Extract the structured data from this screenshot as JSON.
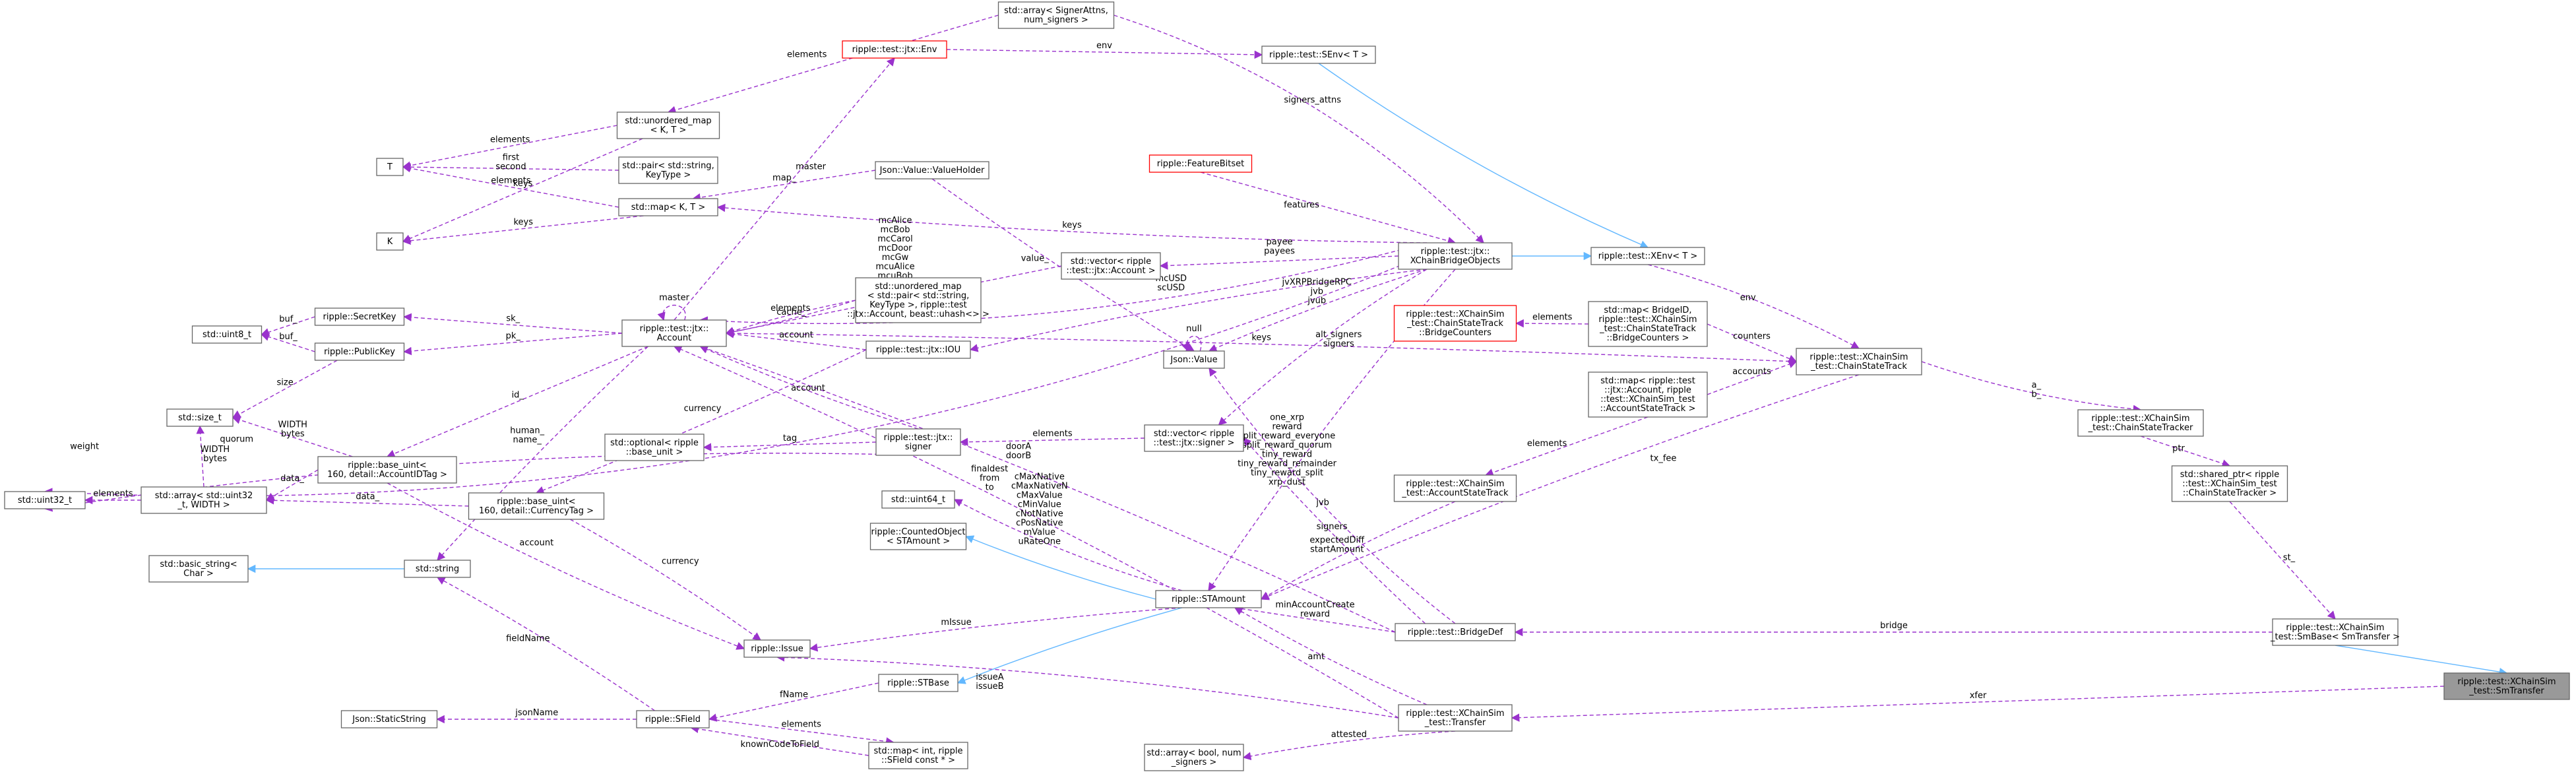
{
  "colors": {
    "usage_edge": "#9a32cd",
    "inheritance_edge": "#63b8ff",
    "node_border": "#666666",
    "highlight_border": "#ff0000",
    "focus_fill": "#999999"
  },
  "nodes": {
    "xchain_sim_transfer": [
      "ripple::test::XChainSim",
      "_test::SmTransfer"
    ],
    "xchain_sim_smbase": [
      "ripple::test::XChainSim",
      "_test::SmBase< SmTransfer >"
    ],
    "xchain_sim_transfer_struct": [
      "ripple::test::XChainSim",
      "_test::Transfer"
    ],
    "bridge_def": [
      "ripple::test::BridgeDef"
    ],
    "shared_ptr_tracker": [
      "std::shared_ptr< ripple",
      "::test::XChainSim_test",
      "::ChainStateTracker >"
    ],
    "chain_state_tracker": [
      "ripple::test::XChainSim",
      "_test::ChainStateTracker"
    ],
    "chain_state_track": [
      "ripple::test::XChainSim",
      "_test::ChainStateTrack"
    ],
    "xenv": [
      "ripple::test::XEnv< T >"
    ],
    "senv": [
      "ripple::test::SEnv< T >"
    ],
    "array_signer_attns": [
      "std::array< SignerAttns,",
      "num_signers >"
    ],
    "jtx_env": [
      "ripple::test::jtx::Env"
    ],
    "xchain_bridge_objects": [
      "ripple::test::jtx::",
      "XChainBridgeObjects"
    ],
    "feature_bitset": [
      "ripple::FeatureBitset"
    ],
    "bridge_counters": [
      "ripple::test::XChainSim",
      "_test::ChainStateTrack",
      "::BridgeCounters"
    ],
    "map_bridge_counters": [
      "std::map< BridgeID,",
      "ripple::test::XChainSim",
      "_test::ChainStateTrack",
      "::BridgeCounters >"
    ],
    "map_account_state_track": [
      "std::map< ripple::test",
      "::jtx::Account, ripple",
      "::test::XChainSim_test",
      "::AccountStateTrack >"
    ],
    "account_state_track": [
      "ripple::test::XChainSim",
      "_test::AccountStateTrack"
    ],
    "json_value_holder": [
      "Json::Value::ValueHolder"
    ],
    "json_value": [
      "Json::Value"
    ],
    "vector_account": [
      "std::vector< ripple",
      "::test::jtx::Account >"
    ],
    "vector_signer": [
      "std::vector< ripple",
      "::test::jtx::signer >"
    ],
    "jtx_iou": [
      "ripple::test::jtx::IOU"
    ],
    "unordered_map_pair": [
      "std::unordered_map",
      "< std::pair< std::string,",
      "KeyType >, ripple::test",
      "::jtx::Account, beast::uhash<> >"
    ],
    "jtx_account": [
      "ripple::test::jtx::",
      "Account"
    ],
    "jtx_signer": [
      "ripple::test::jtx::",
      "signer"
    ],
    "st_amount": [
      "ripple::STAmount"
    ],
    "counted_object": [
      "ripple::CountedObject",
      "< STAmount >"
    ],
    "std_uint64": [
      "std::uint64_t"
    ],
    "st_base": [
      "ripple::STBase"
    ],
    "issue": [
      "ripple::Issue"
    ],
    "sfield": [
      "ripple::SField"
    ],
    "json_static_string": [
      "Json::StaticString"
    ],
    "map_int_sfield": [
      "std::map< int, ripple",
      "::SField const * >"
    ],
    "array_bool": [
      "std::array< bool, num",
      "_signers >"
    ],
    "std_string": [
      "std::string"
    ],
    "basic_string": [
      "std::basic_string<",
      "Char >"
    ],
    "base_uint_currency": [
      "ripple::base_uint<",
      "160, detail::CurrencyTag >"
    ],
    "base_uint_account": [
      "ripple::base_uint<",
      "160, detail::AccountIDTag >"
    ],
    "array_uint32": [
      "std::array< std::uint32",
      "_t, WIDTH >"
    ],
    "std_uint32": [
      "std::uint32_t"
    ],
    "std_size_t": [
      "std::size_t"
    ],
    "public_key": [
      "ripple::PublicKey"
    ],
    "secret_key": [
      "ripple::SecretKey"
    ],
    "std_uint8": [
      "std::uint8_t"
    ],
    "optional_base_unit": [
      "std::optional< ripple",
      "::base_unit >"
    ],
    "t_param": [
      "T"
    ],
    "k_param": [
      "K"
    ],
    "unordered_map_kt": [
      "std::unordered_map",
      "< K, T >"
    ],
    "pair_string_keytype": [
      "std::pair< std::string,",
      "KeyType >"
    ],
    "map_kt": [
      "std::map< K, T >"
    ]
  },
  "edge_labels": {
    "xfer": [
      "xfer"
    ],
    "bridge": [
      "bridge"
    ],
    "st": [
      "st_"
    ],
    "ptr": [
      "ptr"
    ],
    "ab": [
      "a_",
      "b_"
    ],
    "env": [
      "env"
    ],
    "counters": [
      "counters"
    ],
    "accounts": [
      "accounts"
    ],
    "signers_attns": [
      "signers_attns"
    ],
    "senv_env": [
      "env"
    ],
    "master_env": [
      "master"
    ],
    "features": [
      "features"
    ],
    "payee": [
      "payee",
      "payees"
    ],
    "mcusd": [
      "mcUSD",
      "scUSD"
    ],
    "mc_accounts": [
      "mcAlice",
      "mcBob",
      "mcCarol",
      "mcDoor",
      "mcGw",
      "mcuAlice",
      "mcuBob",
      "mcuCarol",
      "mcuDoor",
      "mcuGw"
    ],
    "value": [
      "value_"
    ],
    "null": [
      "null"
    ],
    "jvxrb": [
      "jvXRPBridgeRPC",
      "jvb",
      "jvub"
    ],
    "alt_signers": [
      "alt_signers",
      "signers"
    ],
    "keys_long": [
      "keys"
    ],
    "jvb2": [
      "jvb"
    ],
    "signers2": [
      "signers"
    ],
    "elements_bc": [
      "elements"
    ],
    "elements_ast": [
      "elements"
    ],
    "amounts": [
      "one_xrp",
      "reward",
      "split_reward_everyone",
      "split_reward_quorum",
      "tiny_reward",
      "tiny_reward_remainder",
      "tiny_reward_split",
      "xrp_dust"
    ],
    "expected": [
      "expectedDiff",
      "startAmount"
    ],
    "minacct": [
      "minAccountCreate",
      "reward"
    ],
    "amt": [
      "amt"
    ],
    "tx_fee": [
      "tx_fee"
    ],
    "door": [
      "doorA",
      "doorB"
    ],
    "finaldest": [
      "finaldest",
      "from",
      "to"
    ],
    "issueab": [
      "issueA",
      "issueB"
    ],
    "attested": [
      "attested"
    ],
    "cmax": [
      "cMaxNative",
      "cMaxNativeN",
      "cMaxValue",
      "cMinValue",
      "cNotNative",
      "cPosNative",
      "mValue",
      "uRateOne"
    ],
    "missue": [
      "mIssue"
    ],
    "currency": [
      "currency"
    ],
    "account_issue": [
      "account"
    ],
    "fname": [
      "fName"
    ],
    "elements_sf": [
      "elements"
    ],
    "knowncode": [
      "knownCodeToField"
    ],
    "jsonname": [
      "jsonName"
    ],
    "fieldname": [
      "fieldName"
    ],
    "weight": [
      "weight"
    ],
    "human": [
      "human_",
      "name_"
    ],
    "currency_iou": [
      "currency"
    ],
    "account_iou": [
      "account"
    ],
    "account_signer": [
      "account"
    ],
    "tag": [
      "tag"
    ],
    "elements_signer": [
      "elements"
    ],
    "elements_acct": [
      "elements"
    ],
    "cache": [
      "cache_"
    ],
    "elements_um": [
      "elements"
    ],
    "master_self": [
      "master"
    ],
    "sk": [
      "sk_"
    ],
    "pk": [
      "pk_"
    ],
    "id": [
      "id_"
    ],
    "buf1": [
      "buf_"
    ],
    "buf2": [
      "buf_"
    ],
    "size": [
      "size"
    ],
    "data1": [
      "data_"
    ],
    "data2": [
      "data_"
    ],
    "width1": [
      "WIDTH",
      "bytes"
    ],
    "width2": [
      "WIDTH",
      "bytes"
    ],
    "elements_arr": [
      "elements"
    ],
    "quorum": [
      "quorum"
    ],
    "elements_top": [
      "elements"
    ],
    "elements_umkt": [
      "elements"
    ],
    "first_second": [
      "first",
      "second"
    ],
    "elements_mkt": [
      "elements"
    ],
    "keys_k1": [
      "keys"
    ],
    "keys_k2": [
      "keys"
    ],
    "keys_map": [
      "keys"
    ],
    "map": [
      "map_"
    ]
  }
}
